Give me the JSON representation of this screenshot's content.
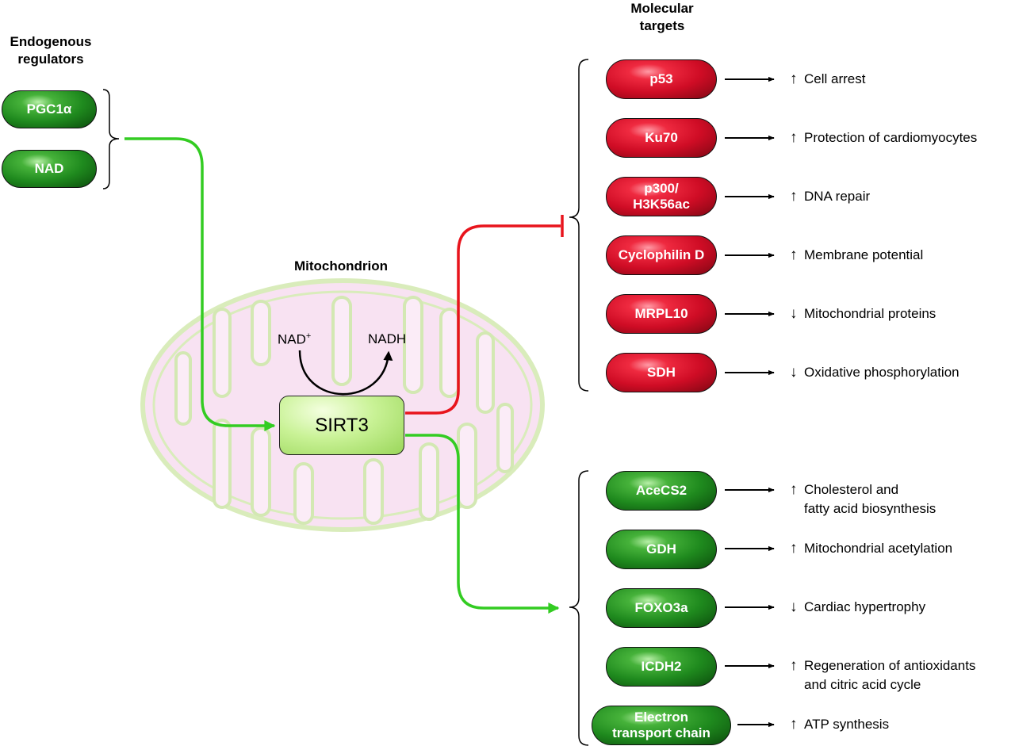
{
  "headings": {
    "regulators": "Endogenous regulators",
    "targets": "Molecular targets",
    "organelle": "Mitochondrion"
  },
  "regulators": [
    {
      "label": "PGC1α",
      "color": "green"
    },
    {
      "label": "NAD",
      "color": "green"
    }
  ],
  "center": {
    "label": "SIRT3",
    "substrate": "NAD",
    "substrate_superscript": "+",
    "product": "NADH"
  },
  "inhibited_targets": [
    {
      "label": "p53",
      "direction": "↑",
      "effect": "Cell arrest"
    },
    {
      "label": "Ku70",
      "direction": "↑",
      "effect": "Protection of cardiomyocytes"
    },
    {
      "label": "p300/\nH3K56ac",
      "direction": "↑",
      "effect": "DNA repair"
    },
    {
      "label": "Cyclophilin D",
      "direction": "↑",
      "effect": "Membrane potential"
    },
    {
      "label": "MRPL10",
      "direction": "↓",
      "effect": "Mitochondrial proteins"
    },
    {
      "label": "SDH",
      "direction": "↓",
      "effect": "Oxidative phosphorylation"
    }
  ],
  "activated_targets": [
    {
      "label": "AceCS2",
      "direction": "↑",
      "effect": "Cholesterol and\nfatty acid biosynthesis"
    },
    {
      "label": "GDH",
      "direction": "↑",
      "effect": "Mitochondrial acetylation"
    },
    {
      "label": "FOXO3a",
      "direction": "↓",
      "effect": "Cardiac hypertrophy"
    },
    {
      "label": "ICDH2",
      "direction": "↑",
      "effect": "Regeneration of antioxidants\nand citric acid cycle"
    },
    {
      "label": "Electron\ntransport chain",
      "direction": "↑",
      "effect": "ATP synthesis"
    }
  ],
  "colors": {
    "activation": "#33cc22",
    "inhibition": "#e8141c",
    "membrane": "#d6eab8",
    "matrix": "#f8e2f2"
  }
}
